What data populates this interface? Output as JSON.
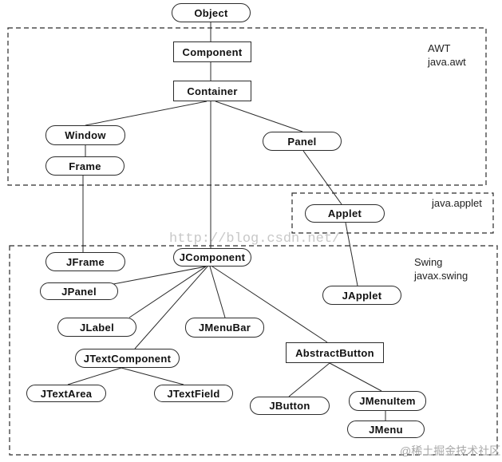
{
  "diagram": {
    "nodes": {
      "object": "Object",
      "component": "Component",
      "container": "Container",
      "window": "Window",
      "frame": "Frame",
      "panel": "Panel",
      "applet": "Applet",
      "jframe": "JFrame",
      "jpanel": "JPanel",
      "jcomponent": "JComponent",
      "jlabel": "JLabel",
      "jmenubar": "JMenuBar",
      "japplet": "JApplet",
      "jtextcomponent": "JTextComponent",
      "jtextarea": "JTextArea",
      "jtextfield": "JTextField",
      "abstractbutton": "AbstractButton",
      "jbutton": "JButton",
      "jmenuitem": "JMenuItem",
      "jmenu": "JMenu"
    },
    "regions": {
      "awt": {
        "name": "AWT",
        "package": "java.awt"
      },
      "applet": {
        "package": "java.applet"
      },
      "swing": {
        "name": "Swing",
        "package": "javax.swing"
      }
    },
    "watermarks": {
      "top": "http://blog.csdn.net/",
      "bottom": "@稀土掘金技术社区"
    },
    "colors": {
      "line": "#2b2b2b",
      "node_border": "#2b2b2b",
      "watermark_top": "#c8c8c8",
      "watermark_bottom": "#a8a8a8"
    }
  }
}
